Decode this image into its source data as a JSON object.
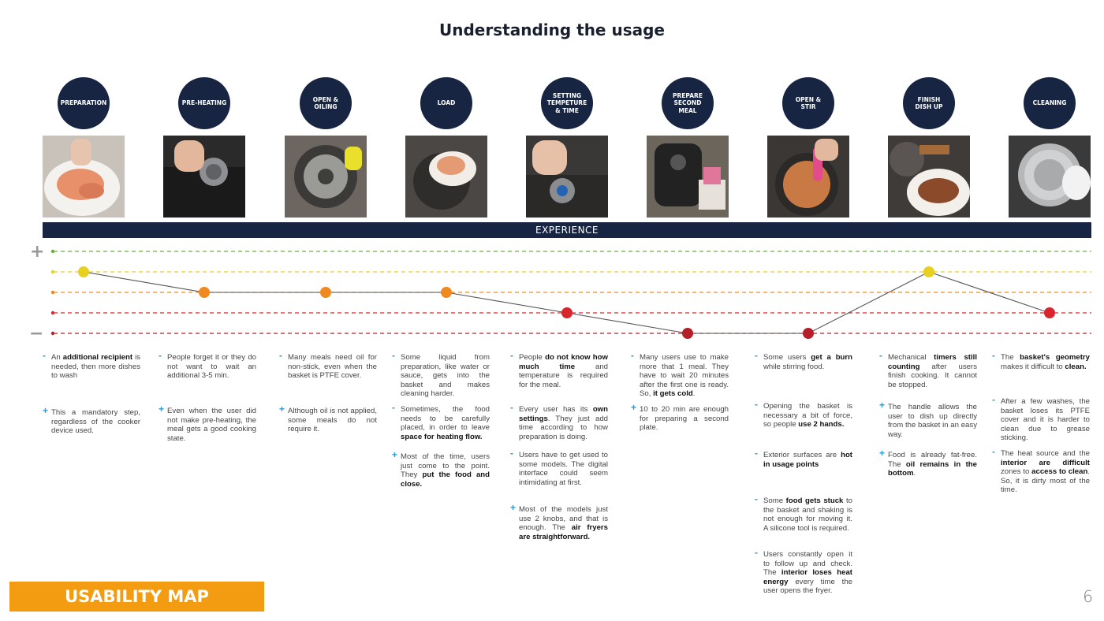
{
  "title": "Understanding the usage",
  "experience_label": "EXPERIENCE",
  "scale": {
    "plus": "+",
    "minus": "−"
  },
  "stages": [
    {
      "label": "PREPARATION",
      "photo": "chicken-on-plate-photo",
      "level": 4
    },
    {
      "label": "PRE-HEATING",
      "photo": "knob-turning-photo",
      "level": 3
    },
    {
      "label": "OPEN &\nOILING",
      "photo": "basket-oiling-photo",
      "level": 3
    },
    {
      "label": "LOAD",
      "photo": "loading-basket-photo",
      "level": 3
    },
    {
      "label": "SETTING\nTEMPETURE\n& TIME",
      "photo": "setting-dial-photo",
      "level": 2
    },
    {
      "label": "PREPARE\nSECOND\nMEAL",
      "photo": "air-fryer-photo",
      "level": 1
    },
    {
      "label": "OPEN &\nSTIR",
      "photo": "stirring-basket-photo",
      "level": 1
    },
    {
      "label": "FINISH\nDISH UP",
      "photo": "dish-up-photo",
      "level": 4
    },
    {
      "label": "CLEANING",
      "photo": "basket-cleaning-photo",
      "level": 2
    }
  ],
  "colors": {
    "navy": "#172542",
    "orange": "#f39c12",
    "level5": "#6aaf3d",
    "level4": "#e8d020",
    "level3": "#f08a1e",
    "level2": "#d8262e",
    "level1": "#b51f2a",
    "accent": "#2b9bd6"
  },
  "notes": [
    [
      {
        "sign": "-",
        "html": "An <b>additional recipient</b> is needed, then more dishes to wash"
      },
      {
        "sign": "+",
        "html": "This a mandatory step, regardless of the cooker device used."
      }
    ],
    [
      {
        "sign": "-",
        "html": "People forget it or they do not want to wait an additional 3-5 min."
      },
      {
        "sign": "+",
        "html": "Even when the user did not make pre-heating, the meal gets a good cooking state."
      }
    ],
    [
      {
        "sign": "-",
        "html": "Many meals need oil for non-stick, even when the basket is PTFE cover."
      },
      {
        "sign": "+",
        "html": "Although oil is not applied, some meals do not require it."
      }
    ],
    [
      {
        "sign": "-",
        "html": "Some liquid from preparation, like water or sauce, gets into the basket and makes cleaning harder."
      },
      {
        "sign": "-",
        "html": "Sometimes, the food needs to be carefully placed, in order to leave <b>space for heating flow.</b>"
      },
      {
        "sign": "+",
        "html": "Most of the time, users just come to the point. They <b>put the food and close.</b>"
      }
    ],
    [
      {
        "sign": "-",
        "html": "People <b>do not know how much time</b> and temperature is required for the meal."
      },
      {
        "sign": "-",
        "html": "Every user has its <b>own settings</b>. They just add time according to how preparation is doing."
      },
      {
        "sign": "-",
        "html": "Users have to get used to some models. The digital interface could seem intimidating at first."
      },
      {
        "sign": "+",
        "html": "Most of the models just use 2 knobs, and that is enough. The <b>air fryers are straightforward.</b>"
      }
    ],
    [
      {
        "sign": "-",
        "html": "Many users use to make more that 1 meal. They have to wait 20 minutes after the first one is ready. So, <b>it gets cold</b>."
      },
      {
        "sign": "+",
        "html": "10 to 20 min are enough for preparing a second plate."
      }
    ],
    [
      {
        "sign": "-",
        "html": "Some users <b>get a burn</b> while stirring food."
      },
      {
        "sign": "-",
        "html": "Opening the basket is necessary a bit of force, so people <b>use 2 hands.</b>"
      },
      {
        "sign": "-",
        "html": "Exterior surfaces are <b>hot in usage points</b>"
      },
      {
        "sign": "-",
        "html": "Some <b>food gets stuck</b> to the basket and shaking is not enough for moving it. A silicone tool is required."
      },
      {
        "sign": "-",
        "html": "Users constantly open it to follow up and check. The <b>interior loses heat energy</b> every time the user opens the fryer."
      }
    ],
    [
      {
        "sign": "-",
        "html": "Mechanical <b>timers still counting</b> after users finish cooking. It cannot be stopped."
      },
      {
        "sign": "+",
        "html": "The handle allows the user to dish up directly from the basket in an easy way."
      },
      {
        "sign": "+",
        "html": "Food is already fat-free. The <b>oil remains in the bottom</b>."
      }
    ],
    [
      {
        "sign": "-",
        "html": "The <b>basket's geometry</b> makes it difficult to <b>clean.</b>"
      },
      {
        "sign": "-",
        "html": "After a few washes, the basket loses its PTFE cover and it is harder to clean due to grease sticking."
      },
      {
        "sign": "-",
        "html": "The heat source and the <b>interior are difficult</b> zones to <b>access to clean</b>. So, it is dirty most of the time."
      }
    ]
  ],
  "footer": {
    "badge": "USABILITY MAP",
    "page": "6"
  }
}
